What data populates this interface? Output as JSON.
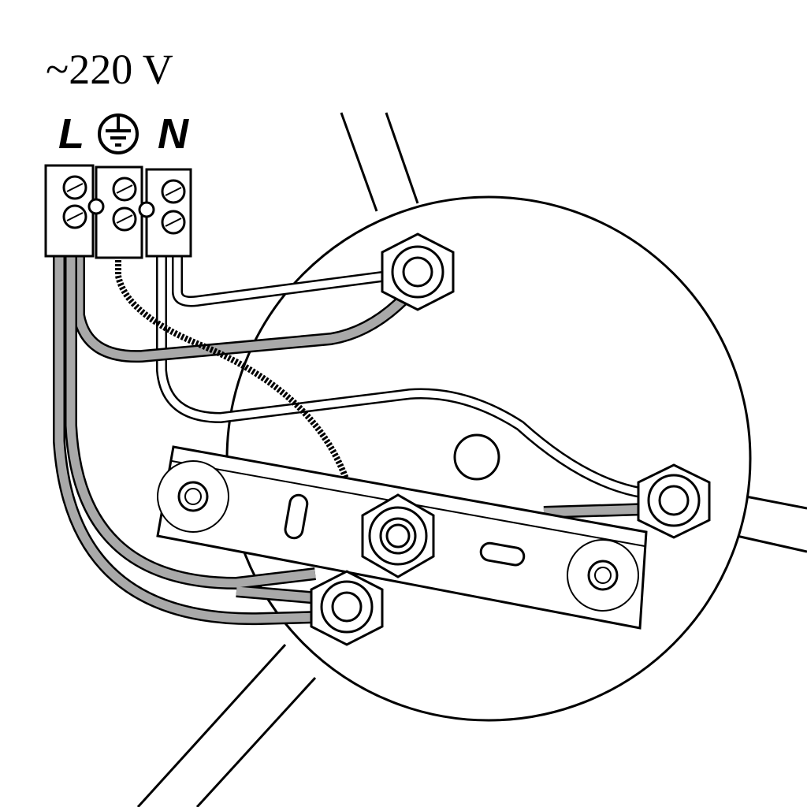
{
  "labels": {
    "voltage": "~220 V",
    "line": "L",
    "neutral": "N",
    "earth_symbol": "ground-icon"
  },
  "colors": {
    "wire": "#a9a9a9",
    "outline": "#000000",
    "background": "#ffffff"
  }
}
